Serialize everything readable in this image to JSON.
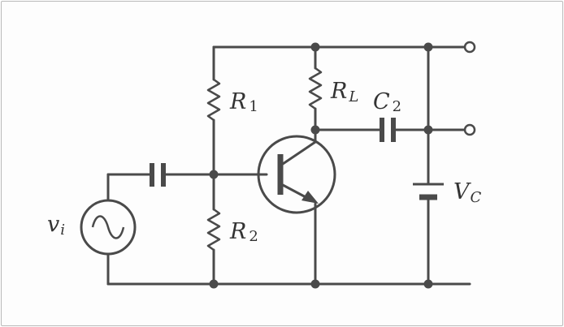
{
  "labels": {
    "r1": {
      "main": "R",
      "sub": "1"
    },
    "r2": {
      "main": "R",
      "sub": "2"
    },
    "rl": {
      "main": "R",
      "sub": "L"
    },
    "c2": {
      "main": "C",
      "sub": "2"
    },
    "vc": {
      "main": "V",
      "sub": "C"
    },
    "vi": {
      "main": "v",
      "sub": "i"
    }
  }
}
